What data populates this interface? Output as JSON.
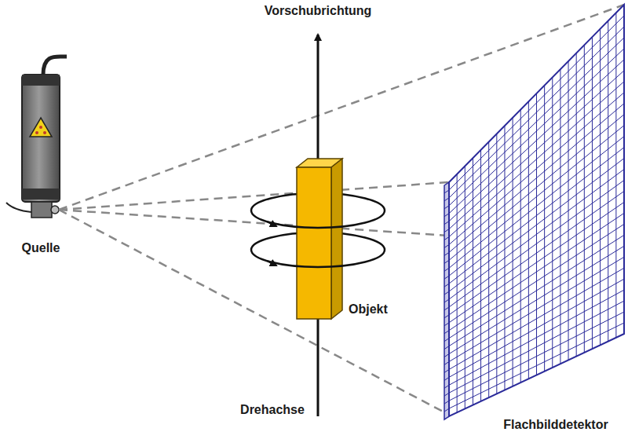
{
  "diagram": {
    "labels": [
      "Vorschubrichtung",
      "Quelle",
      "Objekt",
      "Drehachse",
      "Flachbilddetektor"
    ]
  }
}
